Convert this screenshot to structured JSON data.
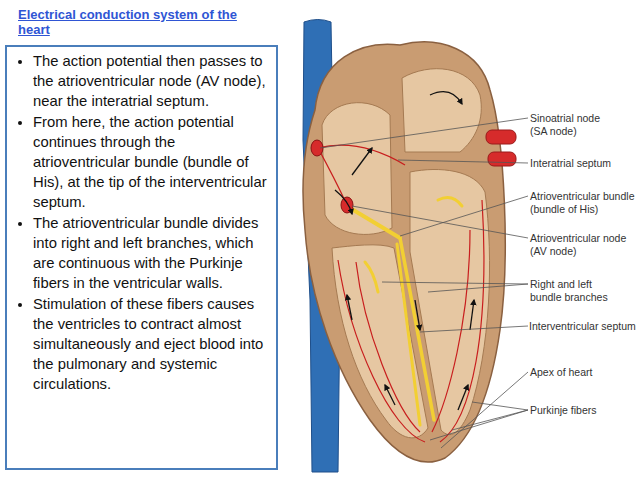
{
  "diagram": {
    "title": "Electrical conduction system of the heart",
    "nodes": [
      {
        "text": [
          "The action potential then passes to the atrioventricular node (AV node), near the interatrial septum.",
          "From here, the action potential continues through the atrioventricular bundle (bundle of His), at the tip of the interventricular septum.",
          "The atrioventricular bundle divides into right and left branches, which are continuous with the Purkinje fibers in the ventricular walls.",
          "Stimulation of these fibers causes the ventricles to contract almost simultaneously and eject blood into the pulmonary and systemic circulations."
        ]
      }
    ],
    "labels": [
      "Sinoatrial node (SA node)",
      "Interatrial septum",
      "Atrioventricular bundle (bundle of His)",
      "Atrioventricular node (AV node)",
      "Right and left bundle branches",
      "Interventricular septum",
      "Apex of heart",
      "Purkinje fibers"
    ]
  }
}
